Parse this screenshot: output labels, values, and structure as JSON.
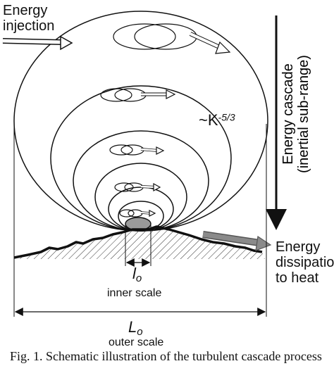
{
  "labels": {
    "energy_injection_line1": "Energy",
    "energy_injection_line2": "injection",
    "energy_cascade_line1": "Energy cascade",
    "energy_cascade_line2": "(inertial sub-range)",
    "kolmogorov_prefix": "~K",
    "kolmogorov_exponent": "-5/3",
    "dissipation_line1": "Energy",
    "dissipation_line2": "dissipation",
    "dissipation_line3": "to heat",
    "inner_symbol": "l",
    "inner_subscript": "o",
    "inner_caption": "inner scale",
    "outer_symbol": "L",
    "outer_subscript": "o",
    "outer_caption": "outer scale"
  },
  "caption": "Fig. 1. Schematic illustration of the turbulent cascade process",
  "colors": {
    "ink": "#111111",
    "grey_arrow": "#8a8a8a",
    "hatch": "#333333"
  }
}
